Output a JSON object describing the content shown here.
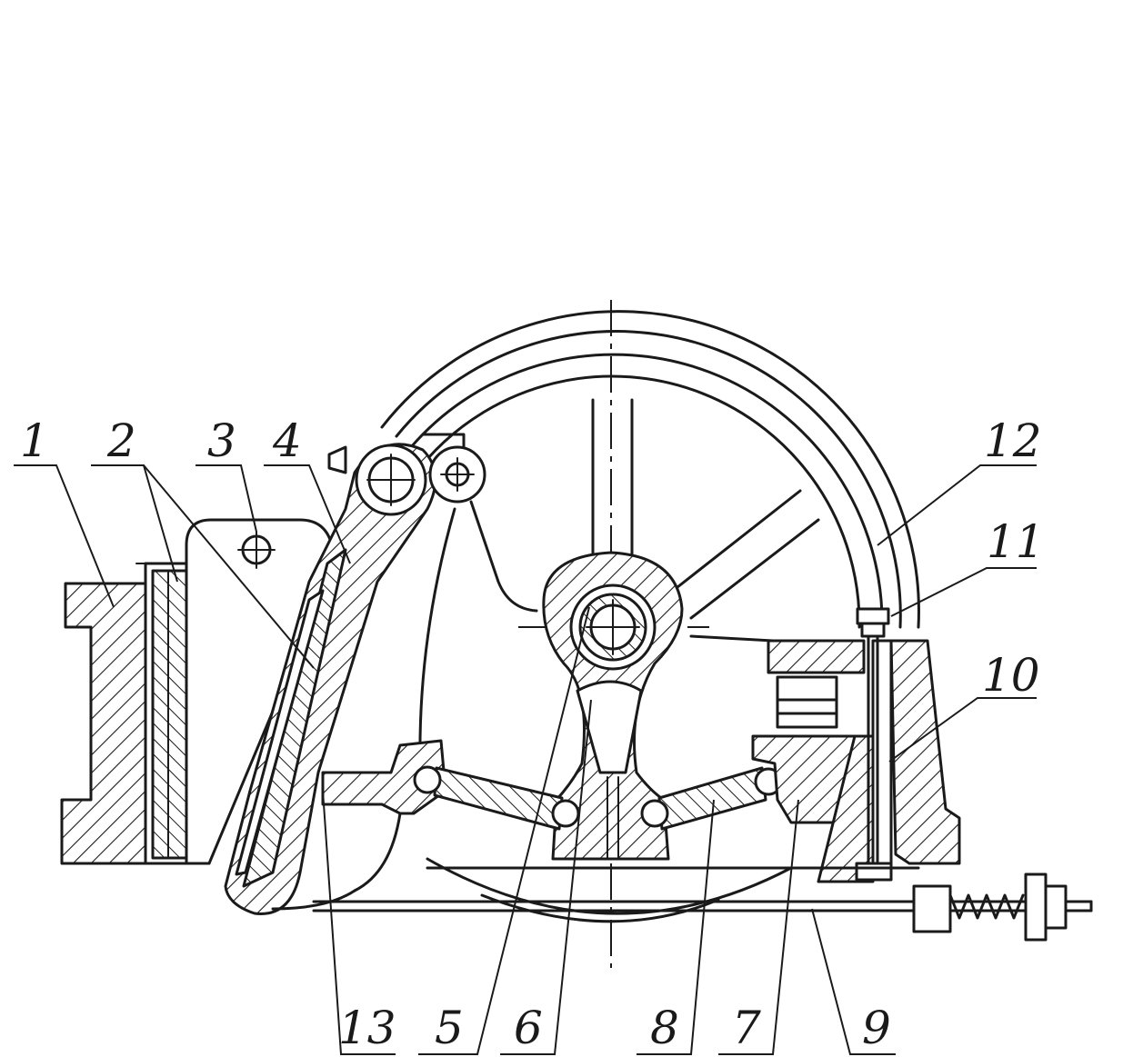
{
  "labels": {
    "l1": "1",
    "l2": "2",
    "l3": "3",
    "l4": "4",
    "l5": "5",
    "l6": "6",
    "l7": "7",
    "l8": "8",
    "l9": "9",
    "l10": "10",
    "l11": "11",
    "l12": "12",
    "l13": "13"
  },
  "colors": {
    "line": "#1a1a1a",
    "background": "#ffffff"
  }
}
